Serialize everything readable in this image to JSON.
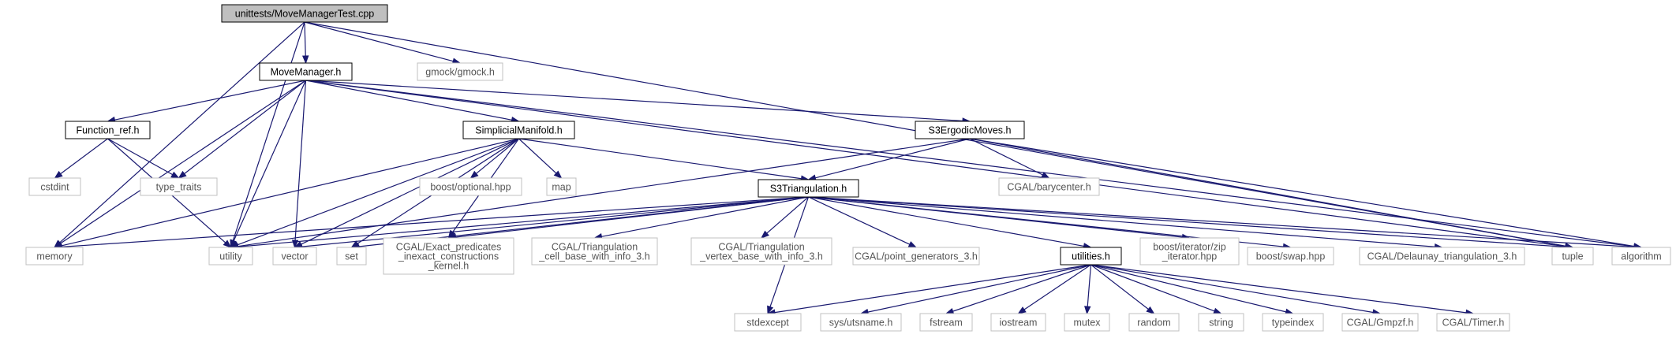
{
  "diagram": {
    "root": "unittests/MoveManagerTest.cpp",
    "nodes": [
      {
        "id": "root",
        "lines": [
          "unittests/MoveManagerTest.cpp"
        ],
        "kind": "root"
      },
      {
        "id": "movemanager",
        "lines": [
          "MoveManager.h"
        ],
        "kind": "doc"
      },
      {
        "id": "gmock",
        "lines": [
          "gmock/gmock.h"
        ],
        "kind": "ext"
      },
      {
        "id": "functionref",
        "lines": [
          "Function_ref.h"
        ],
        "kind": "doc"
      },
      {
        "id": "simplicial",
        "lines": [
          "SimplicialManifold.h"
        ],
        "kind": "doc"
      },
      {
        "id": "s3ergodic",
        "lines": [
          "S3ErgodicMoves.h"
        ],
        "kind": "doc"
      },
      {
        "id": "cstdint",
        "lines": [
          "cstdint"
        ],
        "kind": "ext"
      },
      {
        "id": "typetraits",
        "lines": [
          "type_traits"
        ],
        "kind": "ext"
      },
      {
        "id": "boostoptional",
        "lines": [
          "boost/optional.hpp"
        ],
        "kind": "ext"
      },
      {
        "id": "map",
        "lines": [
          "map"
        ],
        "kind": "ext"
      },
      {
        "id": "s3tri",
        "lines": [
          "S3Triangulation.h"
        ],
        "kind": "doc"
      },
      {
        "id": "barycenter",
        "lines": [
          "CGAL/barycenter.h"
        ],
        "kind": "ext"
      },
      {
        "id": "memory",
        "lines": [
          "memory"
        ],
        "kind": "ext"
      },
      {
        "id": "utility",
        "lines": [
          "utility"
        ],
        "kind": "ext"
      },
      {
        "id": "vector",
        "lines": [
          "vector"
        ],
        "kind": "ext"
      },
      {
        "id": "set",
        "lines": [
          "set"
        ],
        "kind": "ext"
      },
      {
        "id": "exactpred",
        "lines": [
          "CGAL/Exact_predicates",
          "_inexact_constructions",
          "_kernel.h"
        ],
        "kind": "ext"
      },
      {
        "id": "cellbase",
        "lines": [
          "CGAL/Triangulation",
          "_cell_base_with_info_3.h"
        ],
        "kind": "ext"
      },
      {
        "id": "vertexbase",
        "lines": [
          "CGAL/Triangulation",
          "_vertex_base_with_info_3.h"
        ],
        "kind": "ext"
      },
      {
        "id": "pointgen",
        "lines": [
          "CGAL/point_generators_3.h"
        ],
        "kind": "ext"
      },
      {
        "id": "utilities",
        "lines": [
          "utilities.h"
        ],
        "kind": "doc"
      },
      {
        "id": "zipiter",
        "lines": [
          "boost/iterator/zip",
          "_iterator.hpp"
        ],
        "kind": "ext"
      },
      {
        "id": "boostswap",
        "lines": [
          "boost/swap.hpp"
        ],
        "kind": "ext"
      },
      {
        "id": "delaunay",
        "lines": [
          "CGAL/Delaunay_triangulation_3.h"
        ],
        "kind": "ext"
      },
      {
        "id": "tuple",
        "lines": [
          "tuple"
        ],
        "kind": "ext"
      },
      {
        "id": "algorithm",
        "lines": [
          "algorithm"
        ],
        "kind": "ext"
      },
      {
        "id": "stdexcept",
        "lines": [
          "stdexcept"
        ],
        "kind": "ext"
      },
      {
        "id": "utsname",
        "lines": [
          "sys/utsname.h"
        ],
        "kind": "ext"
      },
      {
        "id": "fstream",
        "lines": [
          "fstream"
        ],
        "kind": "ext"
      },
      {
        "id": "iostream",
        "lines": [
          "iostream"
        ],
        "kind": "ext"
      },
      {
        "id": "mutex",
        "lines": [
          "mutex"
        ],
        "kind": "ext"
      },
      {
        "id": "random",
        "lines": [
          "random"
        ],
        "kind": "ext"
      },
      {
        "id": "string",
        "lines": [
          "string"
        ],
        "kind": "ext"
      },
      {
        "id": "typeindex",
        "lines": [
          "typeindex"
        ],
        "kind": "ext"
      },
      {
        "id": "gmpzf",
        "lines": [
          "CGAL/Gmpzf.h"
        ],
        "kind": "ext"
      },
      {
        "id": "timer",
        "lines": [
          "CGAL/Timer.h"
        ],
        "kind": "ext"
      }
    ],
    "edges": [
      [
        "root",
        "movemanager"
      ],
      [
        "root",
        "gmock"
      ],
      [
        "root",
        "memory"
      ],
      [
        "root",
        "utility"
      ],
      [
        "root",
        "tuple"
      ],
      [
        "movemanager",
        "functionref"
      ],
      [
        "movemanager",
        "simplicial"
      ],
      [
        "movemanager",
        "s3ergodic"
      ],
      [
        "movemanager",
        "typetraits"
      ],
      [
        "movemanager",
        "memory"
      ],
      [
        "movemanager",
        "utility"
      ],
      [
        "movemanager",
        "vector"
      ],
      [
        "movemanager",
        "algorithm"
      ],
      [
        "movemanager",
        "tuple"
      ],
      [
        "functionref",
        "cstdint"
      ],
      [
        "functionref",
        "typetraits"
      ],
      [
        "functionref",
        "utility"
      ],
      [
        "simplicial",
        "s3tri"
      ],
      [
        "simplicial",
        "boostoptional"
      ],
      [
        "simplicial",
        "map"
      ],
      [
        "simplicial",
        "memory"
      ],
      [
        "simplicial",
        "utility"
      ],
      [
        "simplicial",
        "vector"
      ],
      [
        "simplicial",
        "set"
      ],
      [
        "simplicial",
        "exactpred"
      ],
      [
        "s3ergodic",
        "s3tri"
      ],
      [
        "s3ergodic",
        "barycenter"
      ],
      [
        "s3ergodic",
        "algorithm"
      ],
      [
        "s3ergodic",
        "utility"
      ],
      [
        "s3ergodic",
        "tuple"
      ],
      [
        "s3tri",
        "memory"
      ],
      [
        "s3tri",
        "utility"
      ],
      [
        "s3tri",
        "vector"
      ],
      [
        "s3tri",
        "set"
      ],
      [
        "s3tri",
        "exactpred"
      ],
      [
        "s3tri",
        "cellbase"
      ],
      [
        "s3tri",
        "vertexbase"
      ],
      [
        "s3tri",
        "pointgen"
      ],
      [
        "s3tri",
        "utilities"
      ],
      [
        "s3tri",
        "zipiter"
      ],
      [
        "s3tri",
        "boostswap"
      ],
      [
        "s3tri",
        "delaunay"
      ],
      [
        "s3tri",
        "tuple"
      ],
      [
        "s3tri",
        "algorithm"
      ],
      [
        "s3tri",
        "stdexcept"
      ],
      [
        "utilities",
        "stdexcept"
      ],
      [
        "utilities",
        "utsname"
      ],
      [
        "utilities",
        "fstream"
      ],
      [
        "utilities",
        "iostream"
      ],
      [
        "utilities",
        "mutex"
      ],
      [
        "utilities",
        "random"
      ],
      [
        "utilities",
        "string"
      ],
      [
        "utilities",
        "typeindex"
      ],
      [
        "utilities",
        "gmpzf"
      ],
      [
        "utilities",
        "timer"
      ]
    ],
    "colors": {
      "edge": "#191970",
      "root_fill": "#bfbfbf",
      "doc_border": "#000000",
      "ext_border": "#c0c0c0",
      "ext_text": "#555555"
    }
  }
}
